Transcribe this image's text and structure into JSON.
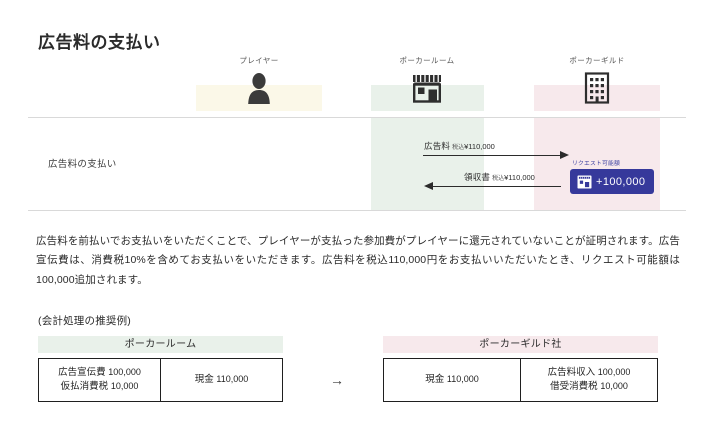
{
  "page": {
    "title": "広告料の支払い"
  },
  "diagram": {
    "columns": [
      {
        "label": "プレイヤー",
        "icon": "person-icon",
        "tint": "#fbf8e8"
      },
      {
        "label": "ポーカールーム",
        "icon": "shop-icon",
        "tint": "#e9f1ea"
      },
      {
        "label": "ポーカーギルド",
        "icon": "building-icon",
        "tint": "#f7e9ec"
      }
    ],
    "row_label": "広告料の支払い",
    "flows": [
      {
        "name": "ad-fee-flow",
        "label": "広告料",
        "tax_note": "税込",
        "amount": "¥110,000",
        "direction": "right"
      },
      {
        "name": "receipt-flow",
        "label": "領収書",
        "tax_note": "税込",
        "amount": "¥110,000",
        "direction": "left"
      }
    ],
    "badge": {
      "caption": "リクエスト可能額",
      "amount": "+100,000",
      "icon": "shop-icon",
      "color": "#36399b"
    }
  },
  "body_text": "広告料を前払いでお支払いをいただくことで、プレイヤーが支払った参加費がプレイヤーに還元されていないことが証明されます。広告宣伝費は、消費税10%を含めてお支払いをいただきます。広告料を税込110,000円をお支払いいただいたとき、リクエスト可能額は100,000追加されます。",
  "accounting": {
    "heading": "(会計処理の推奨例)",
    "arrow": "→",
    "blocks": [
      {
        "name": "poker-room",
        "title": "ポーカールーム",
        "title_tint": "#e9f1ea",
        "debit": [
          {
            "account": "広告宣伝費",
            "amount": "100,000"
          },
          {
            "account": "仮払消費税",
            "amount": "10,000"
          }
        ],
        "credit": [
          {
            "account": "現金",
            "amount": "110,000"
          }
        ]
      },
      {
        "name": "poker-guild",
        "title": "ポーカーギルド社",
        "title_tint": "#f7e9ec",
        "debit": [
          {
            "account": "現金",
            "amount": "110,000"
          }
        ],
        "credit": [
          {
            "account": "広告料収入",
            "amount": "100,000"
          },
          {
            "account": "借受消費税",
            "amount": "10,000"
          }
        ]
      }
    ]
  }
}
